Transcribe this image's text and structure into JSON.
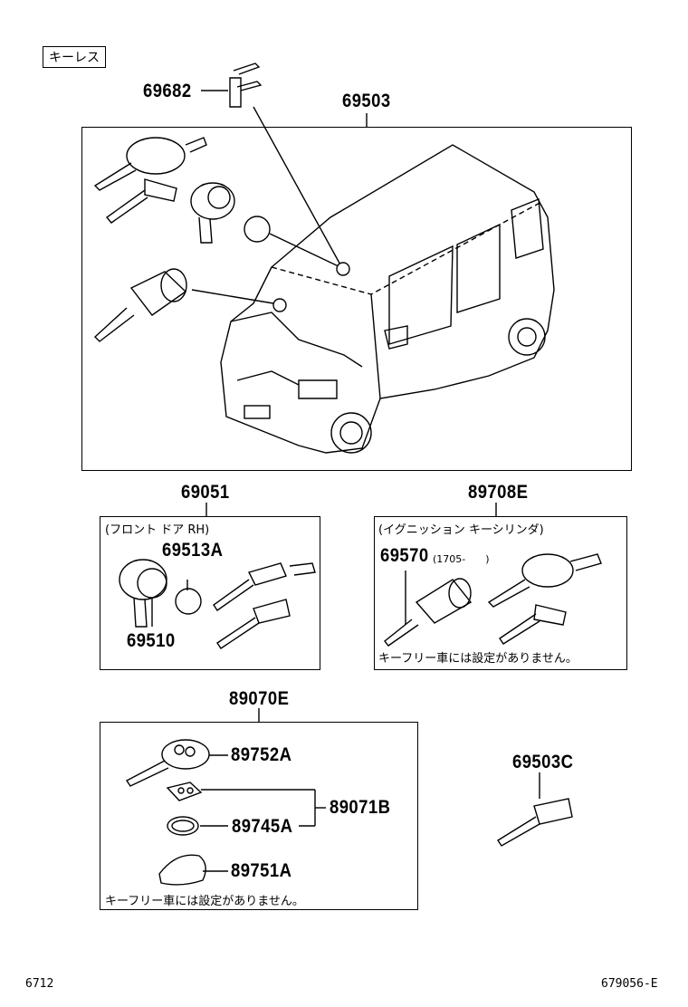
{
  "header": {
    "tag": "キーレス"
  },
  "labels": {
    "p69682": "69682",
    "p69503": "69503",
    "p69051": "69051",
    "p69513A": "69513A",
    "p69510": "69510",
    "p89708E": "89708E",
    "p69570": "69570",
    "p89070E": "89070E",
    "p89752A": "89752A",
    "p89745A": "89745A",
    "p89071B": "89071B",
    "p89751A": "89751A",
    "p69503C": "69503C"
  },
  "notes": {
    "front_door": "(フロント ドア RH)",
    "ignition": "(イグニッション キーシリンダ)",
    "date_range": "(1705-　　)",
    "keyfree1": "キーフリー車には設定がありません。",
    "keyfree2": "キーフリー車には設定がありません。"
  },
  "footer": {
    "left": "6712",
    "right": "679056-E"
  }
}
